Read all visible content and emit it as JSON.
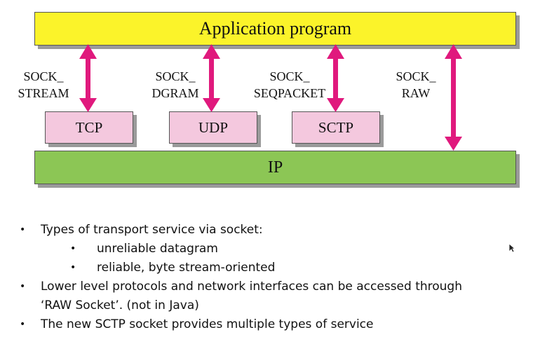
{
  "diagram": {
    "application": "Application program",
    "ip": "IP",
    "protocols": {
      "tcp": "TCP",
      "udp": "UDP",
      "sctp": "SCTP"
    },
    "socket_types": {
      "stream": [
        "SOCK_",
        "STREAM"
      ],
      "dgram": [
        "SOCK_",
        "DGRAM"
      ],
      "seqpacket": [
        "SOCK_",
        "SEQPACKET"
      ],
      "raw": [
        "SOCK_",
        "RAW"
      ]
    },
    "colors": {
      "application": "#fbf32a",
      "ip": "#8cc655",
      "protocol": "#f4c8de",
      "arrow": "#e0197d"
    }
  },
  "bullets": [
    {
      "text": "Types of transport service via socket:",
      "sub": [
        "unreliable datagram",
        "reliable, byte stream-oriented"
      ]
    },
    {
      "text": "Lower level protocols and network interfaces can be accessed through",
      "cont": "‘RAW Socket’. (not in Java)"
    },
    {
      "text": "The new SCTP socket provides multiple types of service"
    }
  ],
  "bullet_glyph": "•",
  "cursor_icon": "mouse-pointer-icon"
}
